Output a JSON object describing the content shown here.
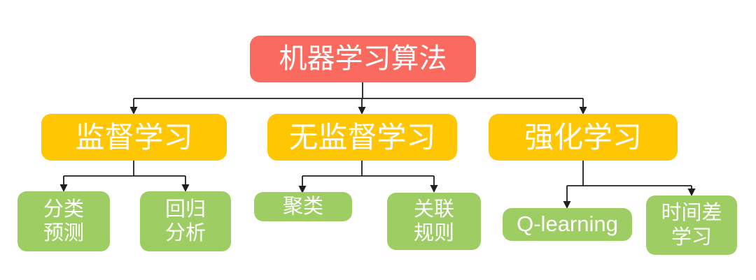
{
  "diagram": {
    "root": {
      "label": "机器学习算法"
    },
    "branches": [
      {
        "label": "监督学习",
        "children": [
          {
            "label": "分类\n预测"
          },
          {
            "label": "回归\n分析"
          }
        ]
      },
      {
        "label": "无监督学习",
        "children": [
          {
            "label": "聚类"
          },
          {
            "label": "关联\n规则"
          }
        ]
      },
      {
        "label": "强化学习",
        "children": [
          {
            "label": "Q-learning"
          },
          {
            "label": "时间差\n学习"
          }
        ]
      }
    ],
    "colors": {
      "root_bg": "#FA6A5F",
      "branch_bg": "#FFC603",
      "leaf_bg": "#9ECD63",
      "text": "#FFFFFF",
      "connector": "#1F1F1F"
    }
  }
}
